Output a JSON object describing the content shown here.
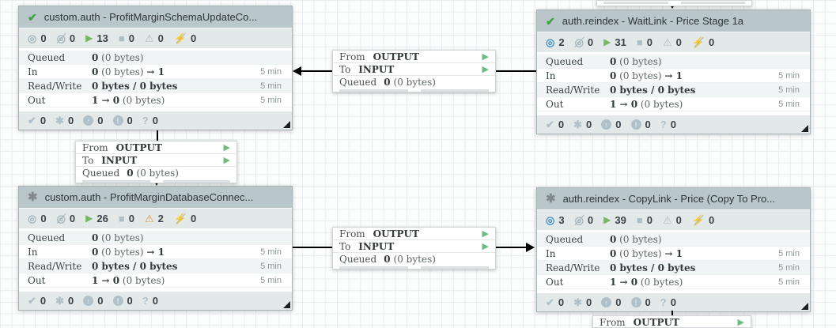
{
  "colors": {
    "header_bg": "#b9c6ca",
    "stats_bg": "#e3e8e9",
    "check_green": "#43a047",
    "running_green": "#77b865",
    "transmitting_blue": "#3d8ec9",
    "invalid_orange": "#d19b41",
    "icon_gray": "#a3b5bc",
    "footer_icon_gray": "#b0c1c9",
    "line_black": "#000000",
    "canvas_bg": "#fcfdfd"
  },
  "icons": {
    "check": "✔",
    "asterisk": "✱",
    "bullseye": "◎",
    "play": "▶",
    "square": "■",
    "warning": "⚠",
    "bolt": "⚡",
    "up_arrow": "↑",
    "bang": "!",
    "question": "?",
    "port_arrow": "▶"
  },
  "groups": [
    {
      "title": "custom.auth - ProfitMarginSchemaUpdateCo...",
      "state": "up-to-date",
      "state_glyph": "✔",
      "stats": {
        "transmitting": "0",
        "not_transmitting": "0",
        "running": "13",
        "stopped": "0",
        "invalid": "0",
        "disabled": "0"
      },
      "rows": [
        {
          "label": "Queued",
          "b1": "0",
          "r1": " (0 bytes)",
          "b2": "",
          "time": ""
        },
        {
          "label": "In",
          "b1": "0",
          "r1": " (0 bytes) ",
          "b2": "→ 1",
          "time": "5 min"
        },
        {
          "label": "Read/Write",
          "b1": "0 bytes / 0 bytes",
          "r1": "",
          "b2": "",
          "time": "5 min"
        },
        {
          "label": "Out",
          "b1": "1 → 0",
          "r1": " (0 bytes)",
          "b2": "",
          "time": "5 min"
        }
      ],
      "footer": {
        "up_to_date": "0",
        "locally_modified": "0",
        "stale": "0",
        "locally_modified_and_stale": "0",
        "sync_failure": "0"
      }
    },
    {
      "title": "auth.reindex - WaitLink - Price Stage 1a",
      "state": "up-to-date",
      "state_glyph": "✔",
      "stats": {
        "transmitting": "2",
        "not_transmitting": "0",
        "running": "31",
        "stopped": "0",
        "invalid": "0",
        "disabled": "0"
      },
      "rows": [
        {
          "label": "Queued",
          "b1": "0",
          "r1": " (0 bytes)",
          "b2": "",
          "time": ""
        },
        {
          "label": "In",
          "b1": "0",
          "r1": " (0 bytes) ",
          "b2": "→ 1",
          "time": "5 min"
        },
        {
          "label": "Read/Write",
          "b1": "0 bytes / 0 bytes",
          "r1": "",
          "b2": "",
          "time": "5 min"
        },
        {
          "label": "Out",
          "b1": "1 → 0",
          "r1": " (0 bytes)",
          "b2": "",
          "time": "5 min"
        }
      ],
      "footer": {
        "up_to_date": "0",
        "locally_modified": "0",
        "stale": "0",
        "locally_modified_and_stale": "0",
        "sync_failure": "0"
      }
    },
    {
      "title": "custom.auth - ProfitMarginDatabaseConnec...",
      "state": "locally-modified",
      "state_glyph": "✱",
      "stats": {
        "transmitting": "0",
        "not_transmitting": "0",
        "running": "26",
        "stopped": "0",
        "invalid": "2",
        "disabled": "0"
      },
      "rows": [
        {
          "label": "Queued",
          "b1": "0",
          "r1": " (0 bytes)",
          "b2": "",
          "time": ""
        },
        {
          "label": "In",
          "b1": "0",
          "r1": " (0 bytes) ",
          "b2": "→ 1",
          "time": "5 min"
        },
        {
          "label": "Read/Write",
          "b1": "0 bytes / 0 bytes",
          "r1": "",
          "b2": "",
          "time": "5 min"
        },
        {
          "label": "Out",
          "b1": "1 → 0",
          "r1": " (0 bytes)",
          "b2": "",
          "time": "5 min"
        }
      ],
      "footer": {
        "up_to_date": "0",
        "locally_modified": "0",
        "stale": "0",
        "locally_modified_and_stale": "0",
        "sync_failure": "0"
      }
    },
    {
      "title": "auth.reindex - CopyLink - Price (Copy To Pro...",
      "state": "locally-modified",
      "state_glyph": "✱",
      "stats": {
        "transmitting": "3",
        "not_transmitting": "0",
        "running": "39",
        "stopped": "0",
        "invalid": "0",
        "disabled": "0"
      },
      "rows": [
        {
          "label": "Queued",
          "b1": "0",
          "r1": " (0 bytes)",
          "b2": "",
          "time": ""
        },
        {
          "label": "In",
          "b1": "0",
          "r1": " (0 bytes) ",
          "b2": "→ 1",
          "time": "5 min"
        },
        {
          "label": "Read/Write",
          "b1": "0 bytes / 0 bytes",
          "r1": "",
          "b2": "",
          "time": "5 min"
        },
        {
          "label": "Out",
          "b1": "1 → 0",
          "r1": " (0 bytes)",
          "b2": "",
          "time": "5 min"
        }
      ],
      "footer": {
        "up_to_date": "0",
        "locally_modified": "0",
        "stale": "0",
        "locally_modified_and_stale": "0",
        "sync_failure": "0"
      }
    }
  ],
  "connections": [
    {
      "from_label": "From",
      "from_port": "OUTPUT",
      "to_label": "To",
      "to_port": "INPUT",
      "queued_label": "Queued",
      "queued_count": "0",
      "queued_size": "(0 bytes)"
    },
    {
      "from_label": "From",
      "from_port": "OUTPUT",
      "to_label": "To",
      "to_port": "INPUT",
      "queued_label": "Queued",
      "queued_count": "0",
      "queued_size": "(0 bytes)"
    },
    {
      "from_label": "From",
      "from_port": "OUTPUT",
      "to_label": "To",
      "to_port": "INPUT",
      "queued_label": "Queued",
      "queued_count": "0",
      "queued_size": "(0 bytes)"
    },
    {
      "from_label": "From",
      "from_port": "OUTPUT"
    }
  ]
}
